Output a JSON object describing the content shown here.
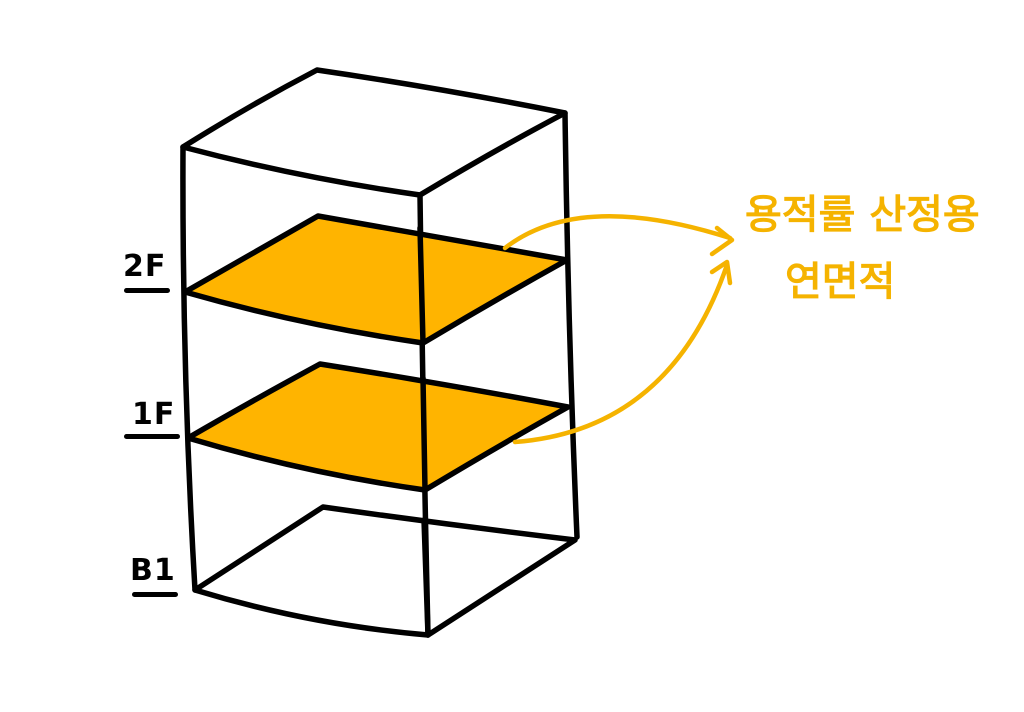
{
  "diagram": {
    "type": "building-section-sketch",
    "colors": {
      "line": "#000000",
      "highlight": "#FFB400",
      "annotation": "#F5B300",
      "background": "#FFFFFF"
    },
    "floors": [
      {
        "label": "2F",
        "highlighted": true
      },
      {
        "label": "1F",
        "highlighted": true
      },
      {
        "label": "B1",
        "highlighted": false
      }
    ],
    "annotation": {
      "line1": "용적률 산정용",
      "line2": "연면적"
    },
    "arrows": [
      {
        "from": "2F",
        "to": "annotation"
      },
      {
        "from": "1F",
        "to": "annotation"
      }
    ]
  }
}
